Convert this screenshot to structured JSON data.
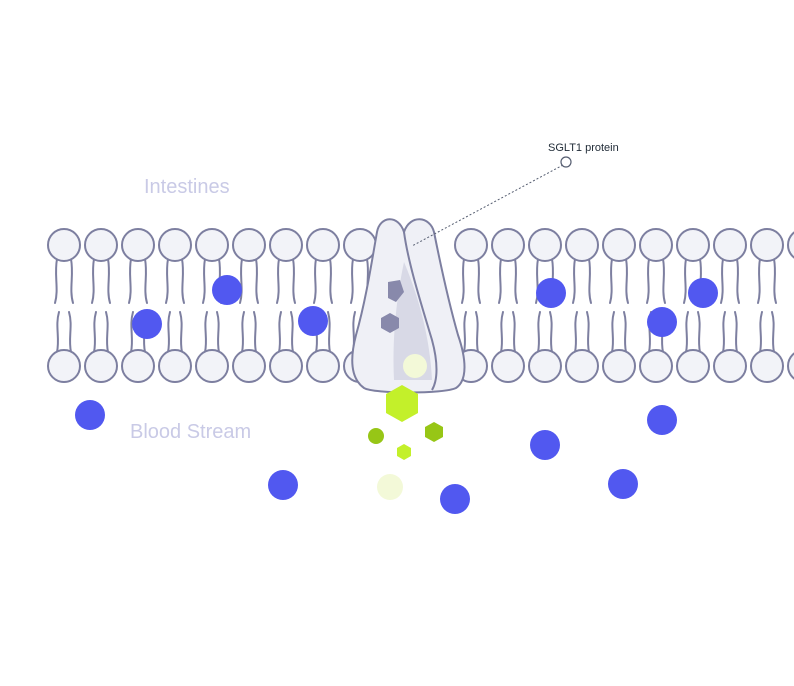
{
  "labels": {
    "top_region": "Intestines",
    "bottom_region": "Blood Stream",
    "protein": "SGLT1 protein"
  },
  "colors": {
    "membrane_stroke": "#7d7fa0",
    "head_fill": "#f2f3f8",
    "sodium_ion": "#5158f0",
    "glucose_bright": "#c3f02a",
    "glucose_dark": "#97c616",
    "glucose_pale": "#f3f9d8",
    "protein_fill": "#eff0f6",
    "protein_inner": "#d8d9e6",
    "protein_site": "#8889ab",
    "callout_line": "#555d70"
  },
  "membrane": {
    "heads_per_leaflet": 20,
    "channel_gap_after_head": 9
  }
}
